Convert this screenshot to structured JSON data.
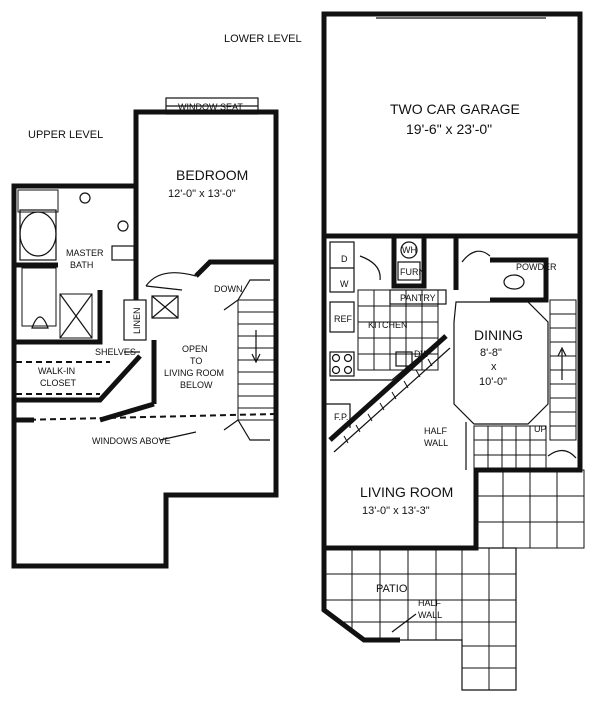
{
  "levels": {
    "lower": "LOWER LEVEL",
    "upper": "UPPER LEVEL"
  },
  "upper_rooms": {
    "window_seat": "WINDOW SEAT",
    "bedroom_name": "BEDROOM",
    "bedroom_size": "12'-0\" x 13'-0\"",
    "down": "DOWN",
    "master_line1": "MASTER",
    "master_line2": "BATH",
    "linen": "LINEN",
    "shelves": "SHELVES",
    "open_line1": "OPEN",
    "open_line2": "TO",
    "open_line3": "LIVING ROOM",
    "open_line4": "BELOW",
    "walkin_line1": "WALK-IN",
    "walkin_line2": "CLOSET",
    "windows_above": "WINDOWS ABOVE"
  },
  "lower_rooms": {
    "garage_name": "TWO CAR GARAGE",
    "garage_size": "19'-6\" x 23'-0\"",
    "d": "D",
    "w": "W",
    "wh": "WH",
    "furn": "FURN",
    "powder": "POWDER",
    "pantry": "PANTRY",
    "ref": "REF",
    "kitchen": "KITCHEN",
    "dw": "DW",
    "dining_name": "DINING",
    "dining_size1": "8'-8\"",
    "dining_x": "x",
    "dining_size2": "10'-0\"",
    "fp": "F.P.",
    "half_wall1": "HALF",
    "half_wall2": "WALL",
    "up": "UP",
    "living_name": "LIVING ROOM",
    "living_size": "13'-0\" x 13'-3\"",
    "patio": "PATIO",
    "patio_half1": "HALF",
    "patio_half2": "WALL"
  }
}
